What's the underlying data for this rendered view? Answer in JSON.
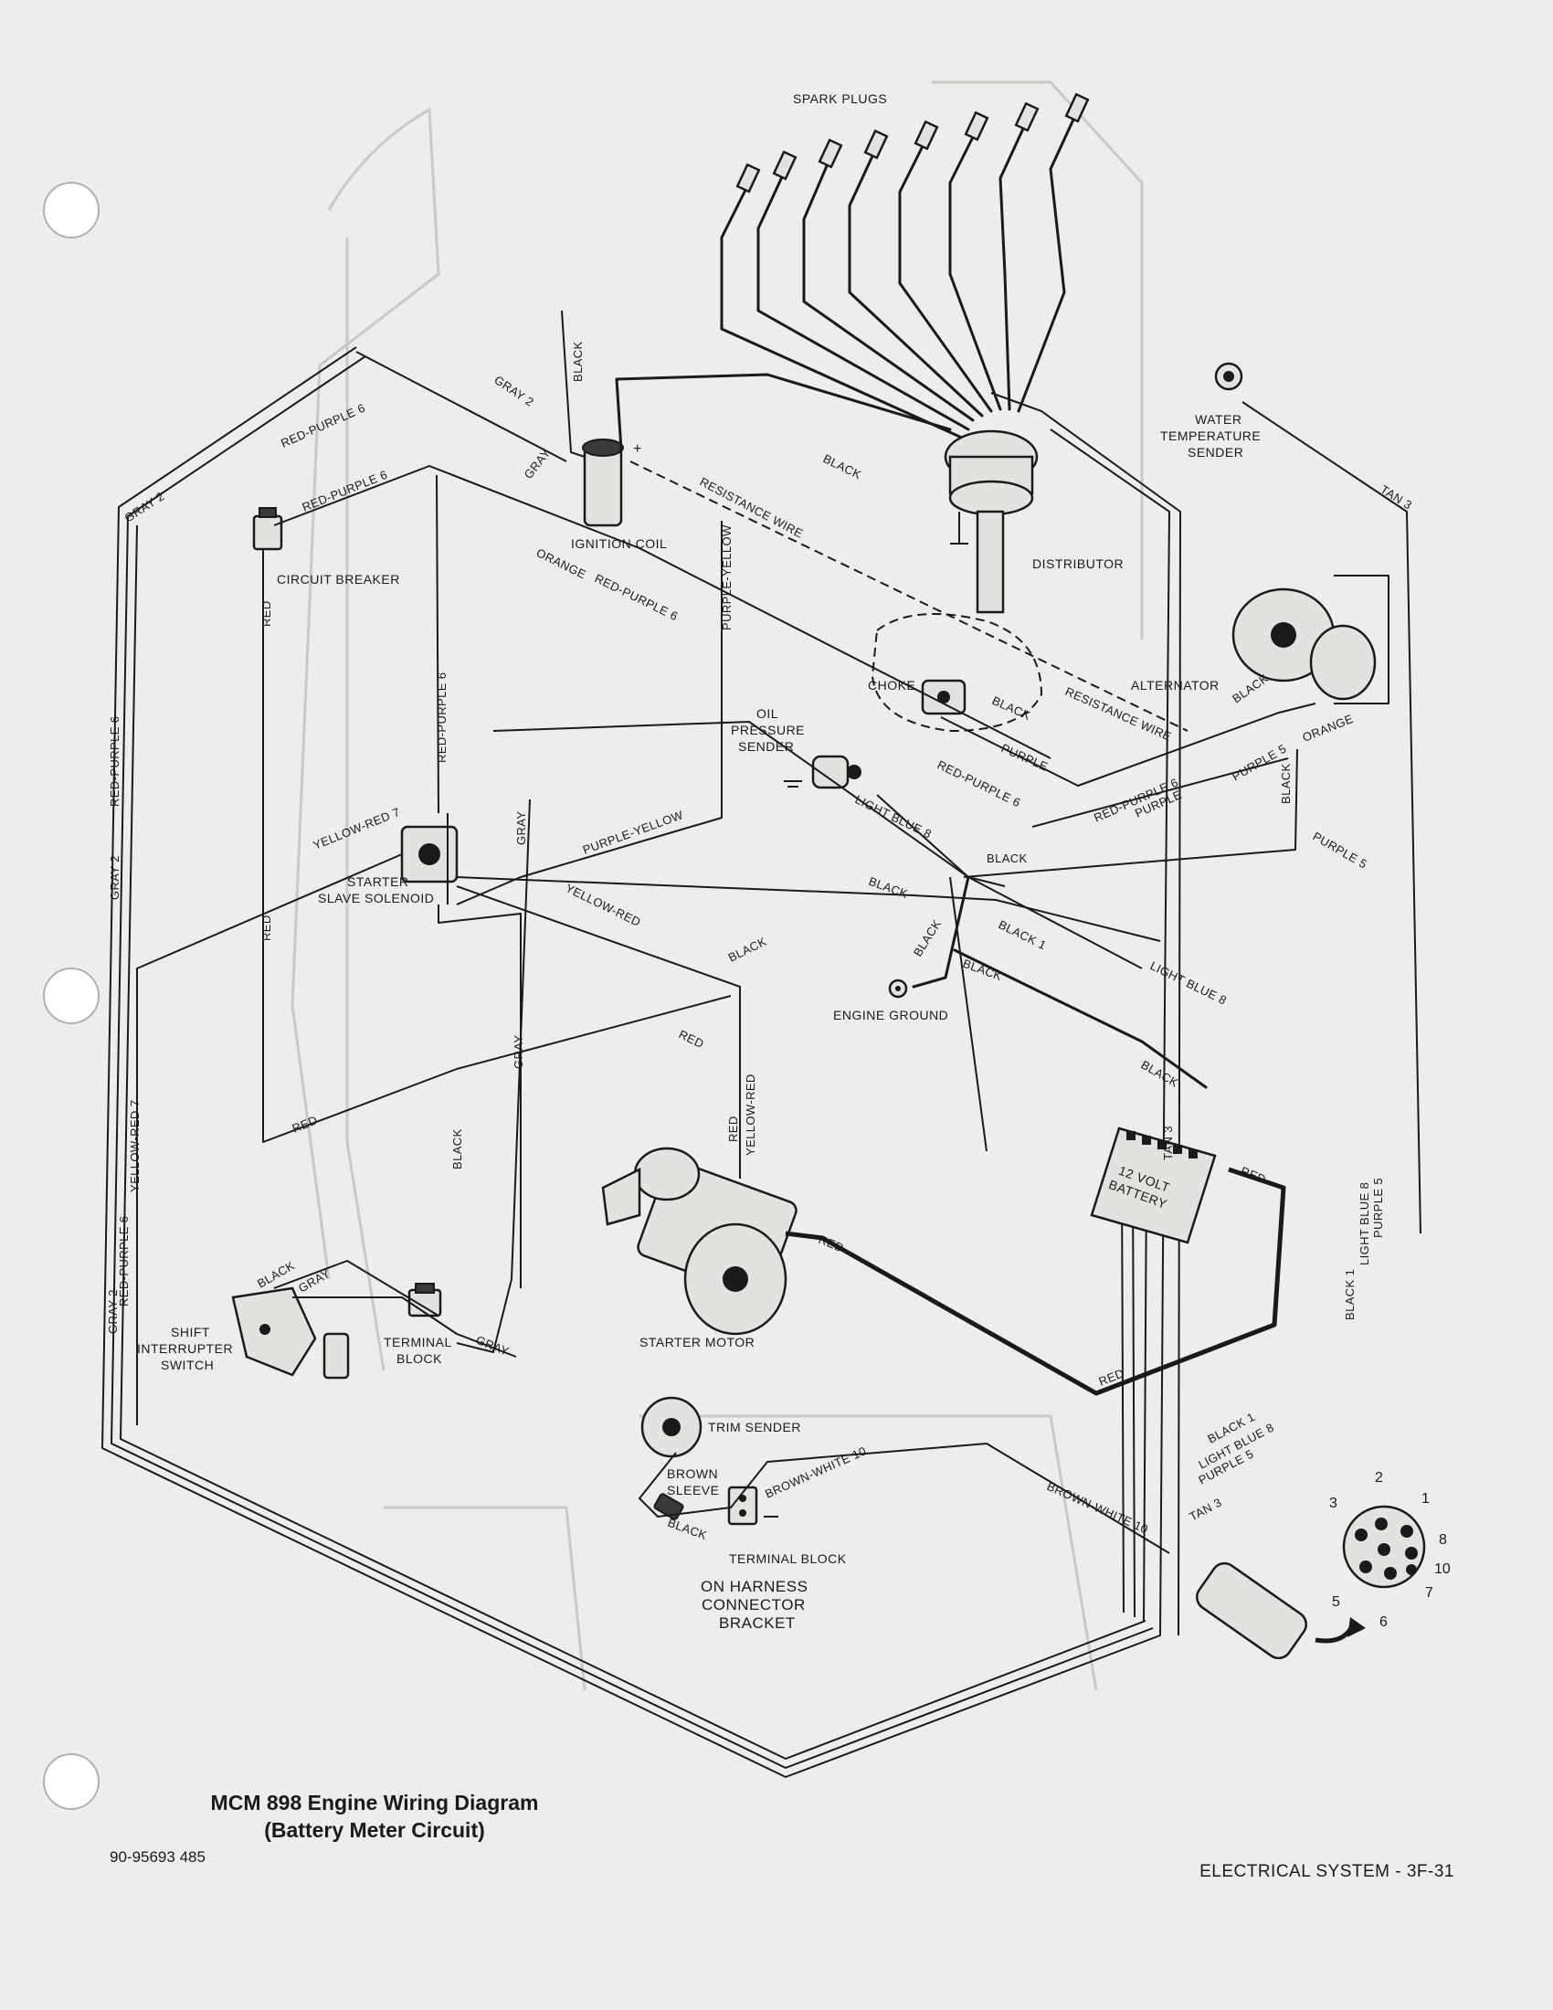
{
  "components": {
    "spark_plugs": "SPARK PLUGS",
    "water_temp_1": "WATER",
    "water_temp_2": "TEMPERATURE",
    "water_temp_3": "SENDER",
    "ignition_coil": "IGNITION COIL",
    "distributor": "DISTRIBUTOR",
    "circuit_breaker": "CIRCUIT BREAKER",
    "alternator": "ALTERNATOR",
    "choke": "CHOKE",
    "oil_1": "OIL",
    "oil_2": "PRESSURE",
    "oil_3": "SENDER",
    "starter_1": "STARTER",
    "starter_2": "SLAVE SOLENOID",
    "engine_ground": "ENGINE GROUND",
    "battery_1": "12 VOLT",
    "battery_2": "BATTERY",
    "starter_motor": "STARTER MOTOR",
    "shift_1": "SHIFT",
    "shift_2": "INTERRUPTER",
    "shift_3": "SWITCH",
    "terminal_block_1": "TERMINAL",
    "terminal_block_2": "BLOCK",
    "trim_sender": "TRIM SENDER",
    "brown_sleeve_1": "BROWN",
    "brown_sleeve_2": "SLEEVE",
    "terminal_block_harness": "TERMINAL BLOCK",
    "harness_1": "ON HARNESS",
    "harness_2": "CONNECTOR",
    "harness_3": "BRACKET"
  },
  "wires": {
    "gray2": "GRAY 2",
    "red_purple6": "RED-PURPLE 6",
    "black": "BLACK",
    "gray": "GRAY",
    "resistance_wire": "RESISTANCE WIRE",
    "orange": "ORANGE",
    "red_purple6_alt": "RED-PURPLE 6",
    "purple_yellow": "PURPLE-YELLOW",
    "red": "RED",
    "yellow_red7": "YELLOW-RED 7",
    "yellow_red": "YELLOW-RED",
    "purple": "PURPLE",
    "purple5": "PURPLE 5",
    "light_blue8": "LIGHT BLUE 8",
    "black1": "BLACK 1",
    "tan3": "TAN 3",
    "brown_white10": "BROWN-WHITE 10"
  },
  "connector_pins": [
    "1",
    "2",
    "3",
    "5",
    "6",
    "7",
    "8",
    "10"
  ],
  "caption": {
    "line1": "MCM 898 Engine Wiring Diagram",
    "line2": "(Battery Meter Circuit)"
  },
  "footer": {
    "part_number": "90-95693 485",
    "section": "ELECTRICAL SYSTEM - 3F-31"
  }
}
